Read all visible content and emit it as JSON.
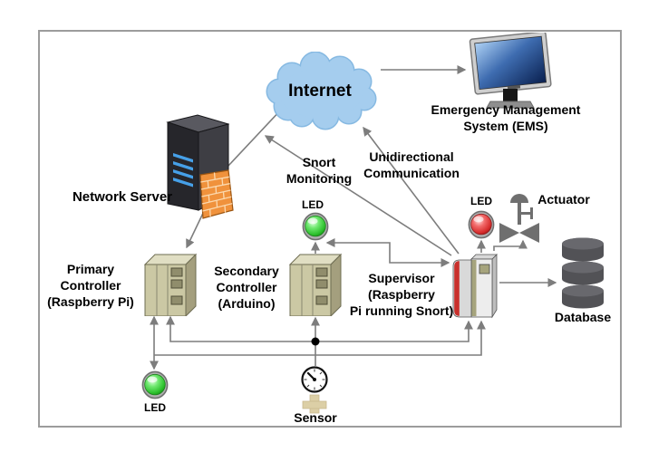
{
  "figure": {
    "nodes": {
      "internet": {
        "label": "Internet"
      },
      "ems": {
        "label": "Emergency Management\nSystem (EMS)"
      },
      "network_server": {
        "label": "Network Server"
      },
      "primary_controller": {
        "label": "Primary\nController\n(Raspberry Pi)"
      },
      "secondary_controller": {
        "label": "Secondary\nController\n(Arduino)"
      },
      "supervisor": {
        "label": "Supervisor\n(Raspberry\nPi running Snort)"
      },
      "database": {
        "label": "Database"
      },
      "sensor": {
        "label": "Sensor"
      },
      "actuator": {
        "label": "Actuator"
      },
      "secondary_led": {
        "label": "LED"
      },
      "supervisor_led": {
        "label": "LED"
      },
      "primary_led": {
        "label": "LED"
      }
    },
    "edge_labels": {
      "snort_monitoring": "Snort\nMonitoring",
      "unidirectional_communication": "Unidirectional\nCommunication"
    },
    "icons": {
      "internet": "cloud-icon",
      "ems": "monitor-icon",
      "network_server": "server-tower-icon",
      "firewall": "firewall-icon",
      "primary_controller": "plc-module-icon",
      "secondary_controller": "plc-module-icon",
      "supervisor": "supervisor-module-icon",
      "database": "database-cylinder-icon",
      "sensor": "gauge-icon",
      "actuator": "valve-icon",
      "led_green": "led-icon",
      "led_red": "led-icon"
    },
    "colors": {
      "line": "#7d7d7d",
      "cloud_fill": "#A5CDEE",
      "cloud_border": "#86B9E2",
      "firewall_orange": "#F0923C",
      "led_green": "#2ABB2A",
      "led_red": "#D42020",
      "controller_beige": "#CBC8A4",
      "supervisor_red_stripe": "#C9302C",
      "database_gray": "#57575B",
      "text": "#000000"
    }
  }
}
